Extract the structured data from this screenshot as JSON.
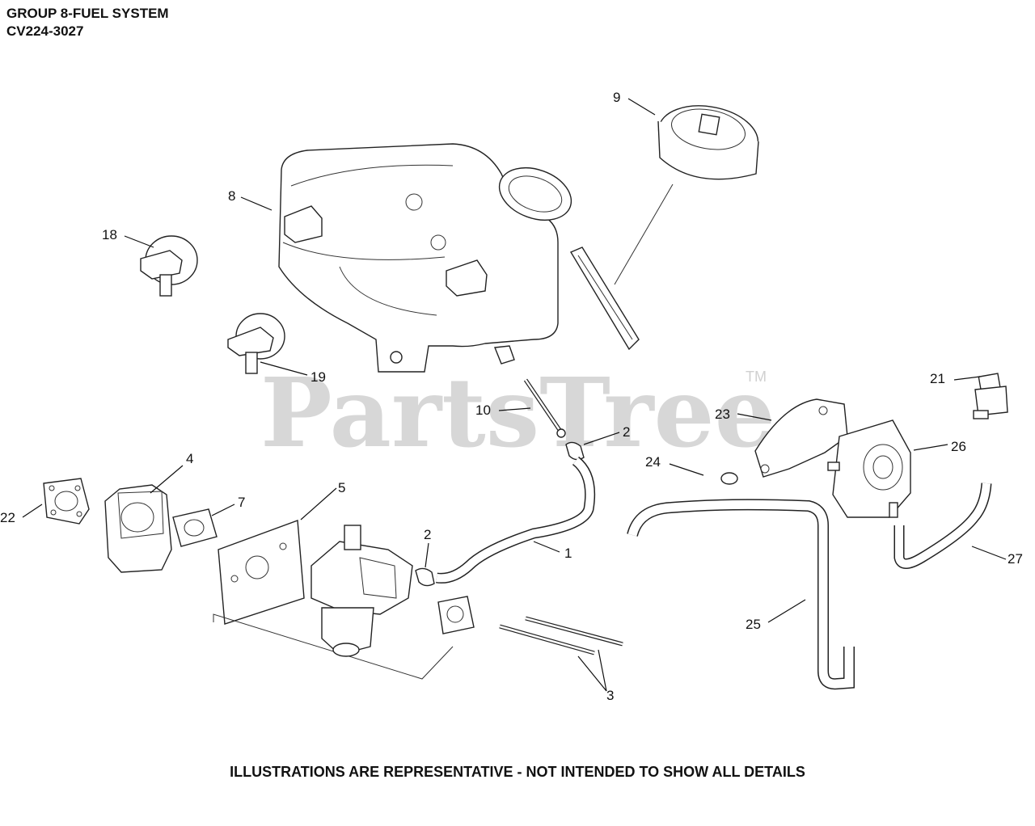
{
  "header": {
    "line1": "GROUP 8-FUEL SYSTEM",
    "line2": "CV224-3027"
  },
  "watermark": {
    "text": "PartsTree",
    "mark": "TM"
  },
  "callouts": {
    "c1": "1",
    "c2a": "2",
    "c2b": "2",
    "c3": "3",
    "c4": "4",
    "c5": "5",
    "c7": "7",
    "c8": "8",
    "c9": "9",
    "c10": "10",
    "c18": "18",
    "c19": "19",
    "c21": "21",
    "c22": "22",
    "c23": "23",
    "c24": "24",
    "c25": "25",
    "c26": "26",
    "c27": "27"
  },
  "footer": {
    "disclaimer": "ILLUSTRATIONS ARE REPRESENTATIVE - NOT INTENDED TO SHOW ALL DETAILS"
  }
}
